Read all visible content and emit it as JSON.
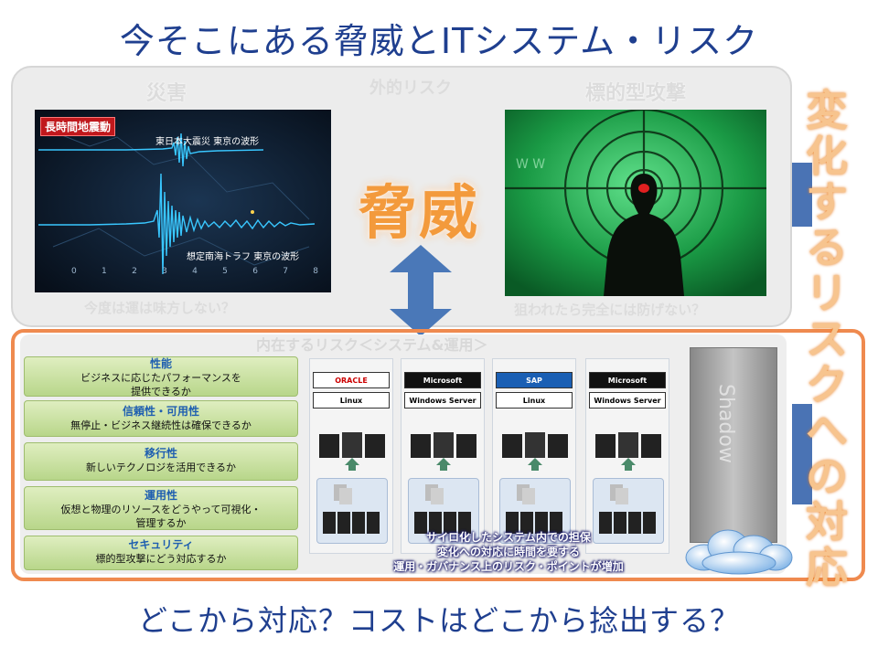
{
  "title": "今そこにある脅威とITシステム・リスク",
  "footer": "どこから対応？コストはどこから捻出する？",
  "external": {
    "label_disaster": "災害",
    "label_external": "外的リスク",
    "label_targeted": "標的型攻撃",
    "threat": "脅威",
    "caption_disaster": "今度は運は味方しない？",
    "caption_targeted": "狙われたら完全には防げない？",
    "quake": {
      "badge": "長時間地震動",
      "label_top": "東日本大震災 東京の波形",
      "label_bottom": "想定南海トラフ 東京の波形",
      "ticks": [
        "0",
        "1",
        "2",
        "3",
        "4",
        "5",
        "6",
        "7",
        "8"
      ]
    }
  },
  "side_text": "変化するリスクへの対応",
  "internal": {
    "label": "内在するリスク＜システム&運用＞",
    "categories": [
      {
        "heading": "性能",
        "desc": "ビジネスに応じたパフォーマンスを\n提供できるか"
      },
      {
        "heading": "信頼性・可用性",
        "desc": "無停止・ビジネス継続性は確保できるか"
      },
      {
        "heading": "移行性",
        "desc": "新しいテクノロジを活用できるか"
      },
      {
        "heading": "運用性",
        "desc": "仮想と物理のリソースをどうやって可視化・\n管理するか"
      },
      {
        "heading": "セキュリティ",
        "desc": "標的型攻撃にどう対応するか"
      }
    ],
    "columns": [
      {
        "top_logo": "ORACLE DATABASE",
        "bottom_logo": "Linux"
      },
      {
        "top_logo": "Microsoft",
        "bottom_logo": "Windows Server"
      },
      {
        "top_logo": "SAP",
        "bottom_logo": "Linux"
      },
      {
        "top_logo": "Microsoft",
        "bottom_logo": "Windows Server"
      }
    ],
    "shadow_label": "Shadow",
    "silo_lines": [
      "サイロ化したシステム内での担保",
      "変化への対応に時間を要する",
      "運用・ガバナンス上のリスク・ポイントが増加"
    ]
  }
}
